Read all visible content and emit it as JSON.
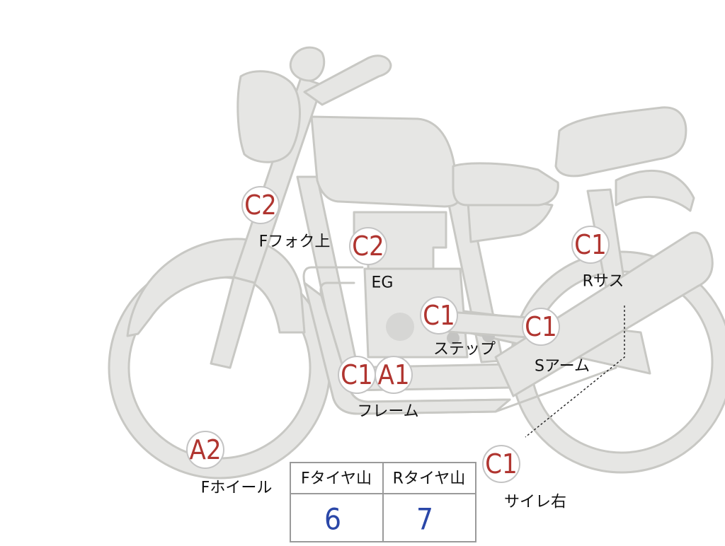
{
  "badges": [
    {
      "id": "fork-upper",
      "grade": "C2",
      "label": "Fフォク上"
    },
    {
      "id": "engine",
      "grade": "C2",
      "label": "EG"
    },
    {
      "id": "rear-suspension",
      "grade": "C1",
      "label": "Rサス"
    },
    {
      "id": "step",
      "grade": "C1",
      "label": "ステップ"
    },
    {
      "id": "swing-arm",
      "grade": "C1",
      "label": "Sアーム"
    },
    {
      "id": "frame-c1",
      "grade": "C1",
      "label": ""
    },
    {
      "id": "frame-a1",
      "grade": "A1",
      "label": "フレーム"
    },
    {
      "id": "front-wheel",
      "grade": "A2",
      "label": "Fホイール"
    },
    {
      "id": "muffler-right",
      "grade": "C1",
      "label": "サイレ右"
    }
  ],
  "tread_table": {
    "headers": [
      "Fタイヤ山",
      "Rタイヤ山"
    ],
    "values": [
      "6",
      "7"
    ]
  },
  "colors": {
    "body_fill": "#e6e6e4",
    "outline": "#c8c8c4",
    "grade_text": "#b03530",
    "value_text": "#2a47a8"
  }
}
